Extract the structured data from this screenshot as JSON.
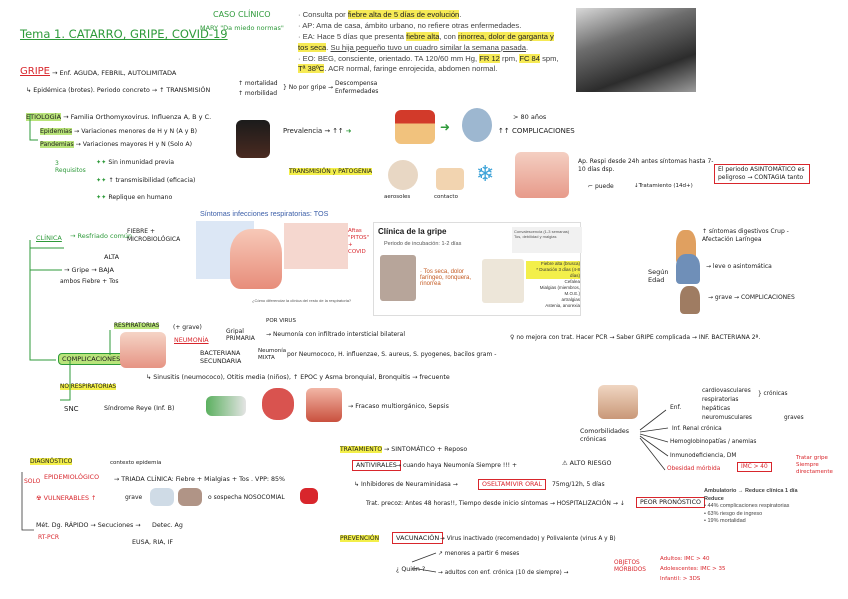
{
  "title": "Tema 1. CATARRO, GRIPE, COVID-19",
  "case": {
    "heading": "CASO CLÍNICO",
    "subheading": "MARY \"Da miedo normas\"",
    "line1_pre": "Consulta por ",
    "line1_hl": "fiebre alta de 5 días de evolución",
    "line1_post": ".",
    "line2": "AP: Ama de casa, ámbito urbano, no refiere otras enfermedades.",
    "line3_pre": "EA: Hace 5 días que presenta ",
    "line3_hl1": "fiebre alta",
    "line3_mid": ", con ",
    "line3_hl2": "rinorrea, dolor de garganta y tos seca",
    "line3_u": "Su hija pequeño tuvo un cuadro similar la semana pasada",
    "line4_a": "EO: BEG, consciente, orientado. TA 120/60 mm Hg, ",
    "line4_hl1": "FR 12",
    "line4_b": " rpm, ",
    "line4_hl2": "FC 84",
    "line4_c": " spm, ",
    "line4_hl3": "Tª 38ºC",
    "line4_d": ". ACR normal, faringe enrojecida, abdomen normal."
  },
  "gripe": {
    "label": "GRIPE",
    "def": "Enf. AGUDA, FEBRIL, AUTOLIMITADA",
    "epi": "Epidémica (brotes). Periodo concreto",
    "trans": "↑ TRANSMISIÓN",
    "mort": "↑ mortalidad",
    "morb": "↑ morbilidad",
    "nopor": "No por gripe",
    "desc": "Descompensa Enfermedades",
    "etio_label": "ETIOLOGÍA",
    "etio": "Familia Orthomyxovirus. Influenza A, B y C.",
    "epid_label": "Epidemias",
    "epid": "Variaciones menores de H y N (A y B)",
    "pand_label": "Pandemias",
    "pand": "Variaciones mayores H y N (Solo A)",
    "req": "3 Requisitos",
    "r1": "Sin inmunidad previa",
    "r2": "↑ transmisibilidad (eficacia)",
    "r3": "Replique en humano",
    "prev": "Prevalencia",
    "prev_note": "> 80 años",
    "compl": "↑↑ COMPLICACIONES",
    "trans_label": "TRANSMISIÓN y PATOGENIA",
    "aerosol": "aerosoles",
    "contacto": "contacto",
    "resp": "Ap. Respi desde 24h antes síntomas hasta 7-10 días dsp.",
    "puede": "puede",
    "treat": "Tratamiento (14d+)",
    "asint_box": "El periodo ASINTOMÁTICO es peligroso → CONTAGIA tanto"
  },
  "clinica": {
    "label": "CLÍNICA",
    "restfriado": "Resfriado común",
    "faringo": "FIEBRE + MICROBIOLÓGICA",
    "alta": "ALTA",
    "baja": "BAJA",
    "ambos": "ambos Fiebre + Tos",
    "slide_title": "Síntomas infecciones respiratorias: TOS",
    "slide_q": "¿Cómo diferenciar la clínica del resto de la respiratoria?",
    "clin_title": "Clínica de la gripe",
    "incub": "Periodo de incubación: 1-2 días",
    "conval": "Convalescencia (1-3 semanas)",
    "conval2": "Tos, debilidad y malgias",
    "sintomas": "· Tos seca, dolor faríngeo, ronquera, rinorrea",
    "fiebre": "Fiebre alta (brusca)",
    "duracion": "* Duración 3 días (4-8 días)",
    "cefalea": "Cefalea",
    "mialgias": "Mialgias (miembros, M.O.E.)",
    "artralgias": "artralgias",
    "astenia": "Astenia, anorexia",
    "edad": "Según Edad",
    "e1": "↑ síntomas digestivos Crup - Afectación Laríngea",
    "e2": "→ leve o asintomática",
    "e3": "→ grave → COMPLICACIONES"
  },
  "complic": {
    "label": "COMPLICACIONES",
    "respiratorias": "RESPIRATORIAS",
    "grave": "(+ grave)",
    "neumonia": "NEUMONÍA",
    "gripal": "Gripal PRIMARIA",
    "porvirus": "POR VIRUS",
    "infiltrado": "Neumonía con infiltrado intersticial bilateral",
    "bacteriana": "BACTERIANA SECUNDARIA",
    "mixta": "Neumonía MIXTA",
    "agentes": "por Neumococo, H. influenzae, S. aureus, S. pyogenes, bacilos gram -",
    "mejoria": "no mejora con trat. Hacer PCR → Saber GRIPE complicada → INF. BACTERIANA 2ª.",
    "otras": "Sinusitis (neumococo), Otitis media (niños), ↑ EPOC y Asma bronquial, Bronquitis → frecuente",
    "noresp": "NO RESPIRATORIAS",
    "snc": "SNC",
    "reye": "Síndrome Reye (Inf. B)",
    "fracaso": "Fracaso multiorgánico, Sepsis",
    "cronicas": "Comorbilidades crónicas",
    "enf": "Enf.",
    "c1": "cardiovasculares",
    "c2": "respiratorias",
    "c3": "hepáticas",
    "c4": "neuromusculares",
    "cronicas_lbl": "crónicas",
    "graves": "graves",
    "renal": "Inf. Renal crónica",
    "hemo": "Hemoglobinopatías / anemias",
    "inmuno": "Inmunodeficiencia, DM",
    "obesidad": "Obesidad mórbida",
    "imc": "IMC > 40",
    "tratar": "Tratar gripe Siempre directamente"
  },
  "diag": {
    "label": "DIAGNÓSTICO",
    "solo": "SOLO",
    "epi": "EPIDEMIOLÓGICO",
    "contexto": "contexto epidemia",
    "triada": "TRIADA CLÍNICA: Fiebre + Mialgias + Tos . VPP: 85%",
    "vuln": "VULNERABLES",
    "grave": "grave",
    "nosoc": "o sospecha NOSOCOMIAL",
    "dx": "Mét. Dg. RÁPIDO",
    "secu": "Secuciones",
    "detec": "Detec. Ag",
    "rt": "RT-PCR",
    "eusa": "EUSA, RIA, IF"
  },
  "trat": {
    "label": "TRATAMIENTO",
    "sint": "SINTOMÁTICO + Reposo",
    "antiv": "ANTIVIRALES",
    "cuando": "cuando haya Neumonía Siempre",
    "alto": "ALTO RIESGO",
    "inhib": "Inhibidores de Neuraminidasa",
    "osel": "OSELTAMIVIR ORAL",
    "dosis": "75mg/12h, 5 días",
    "precoz": "Trat. precoz: Antes 48 horas!!",
    "tiempo": ", Tiempo desde inicio síntomas",
    "hosp": "HOSPITALIZACIÓN",
    "peor": "PEOR PRONÓSTICO",
    "amb_title": "Ambulatorio → Reduce clínica 1 día",
    "reduce": "Reduce",
    "s1": "44% complicaciones respiratorias",
    "s2": "63% riesgo de ingreso",
    "s3": "19% mortalidad"
  },
  "prevencion": {
    "label": "PREVENCIÓN",
    "vac": "VACUNACIÓN",
    "virus": "Virus inactivado (recomendado) y Polivalente (virus A y B)",
    "quien": "¿ Quién ?",
    "menores": "menores a partir 6 meses",
    "adultos": "adultos con enf. crónica (10 de siempre)",
    "objetivo": "OBJETOS MORBIDOS",
    "a1": "Adultos: IMC > 40",
    "a2": "Adolescentes: IMC > 35",
    "a3": "Infantil: > 3DS"
  },
  "colors": {
    "green": "#2e9a3a",
    "red": "#d8262c",
    "yellow": "#f3ef4a"
  }
}
